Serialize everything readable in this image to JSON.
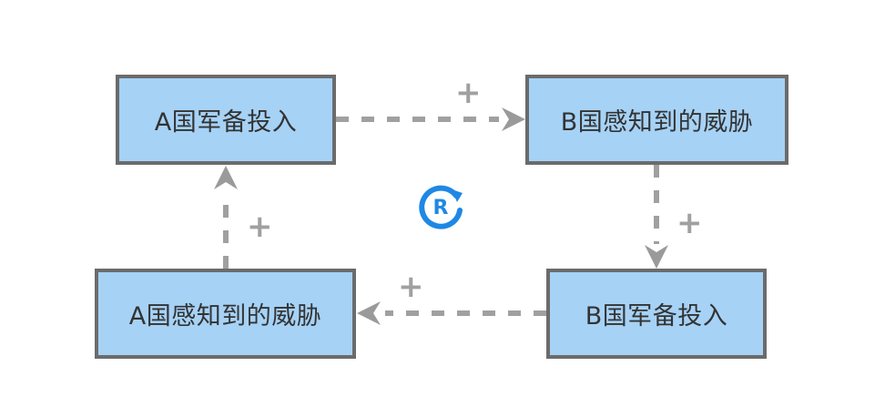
{
  "diagram": {
    "type": "causal-loop",
    "loop": {
      "kind": "reinforcing",
      "label": "R",
      "color": "#1e88e5"
    },
    "node_fill": "#a6d2f6",
    "node_border": "#6b6b6b",
    "edge_color": "#a0a0a0",
    "nodes": {
      "a_invest": {
        "label": "A国军备投入"
      },
      "b_threat": {
        "label": "B国感知到的威胁"
      },
      "b_invest": {
        "label": "B国军备投入"
      },
      "a_threat": {
        "label": "A国感知到的威胁"
      }
    },
    "edges": [
      {
        "from": "A国军备投入",
        "to": "B国感知到的威胁",
        "polarity": "+"
      },
      {
        "from": "B国感知到的威胁",
        "to": "B国军备投入",
        "polarity": "+"
      },
      {
        "from": "B国军备投入",
        "to": "A国感知到的威胁",
        "polarity": "+"
      },
      {
        "from": "A国感知到的威胁",
        "to": "A国军备投入",
        "polarity": "+"
      }
    ]
  }
}
